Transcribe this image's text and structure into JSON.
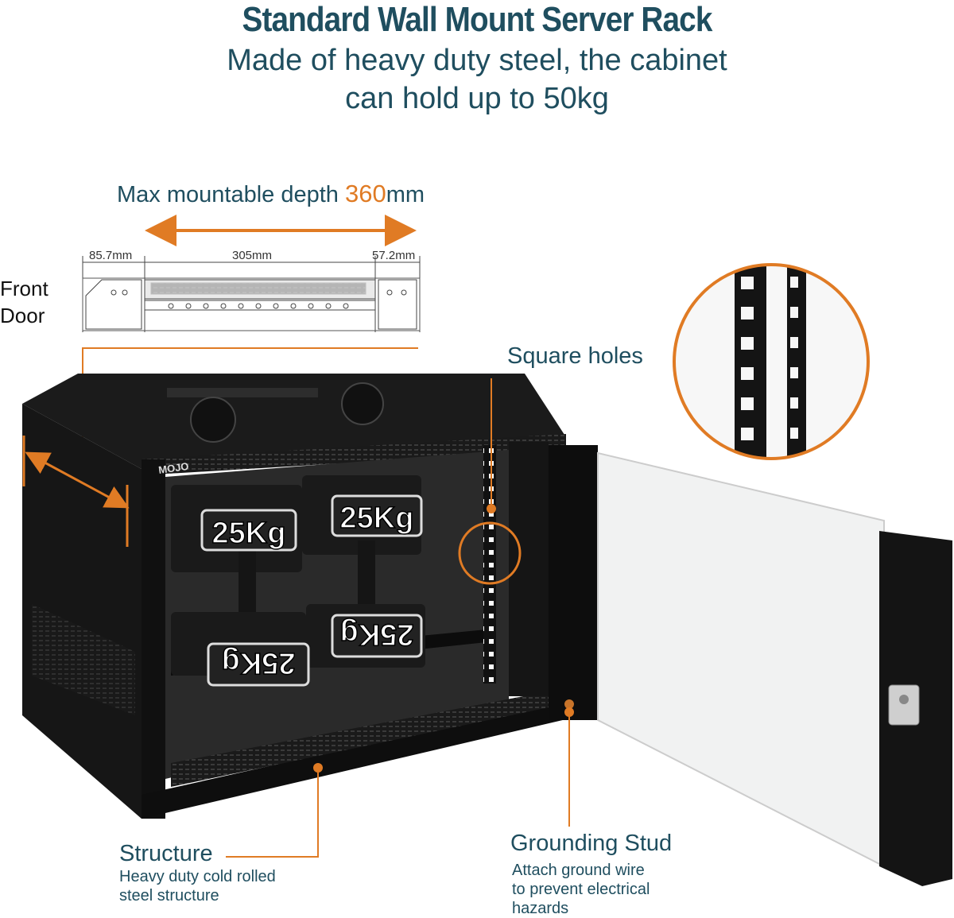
{
  "header": {
    "title": "Standard Wall Mount Server Rack",
    "subtitle_line1": "Made of heavy duty steel, the cabinet",
    "subtitle_line2": "can hold up to 50kg"
  },
  "depth": {
    "prefix": "Max mountable depth ",
    "value": "360",
    "unit": "mm"
  },
  "dimensions": {
    "left": "85.7mm",
    "middle": "305mm",
    "right": "57.2mm"
  },
  "front_door": {
    "line1": "Front",
    "line2": "Door"
  },
  "callouts": {
    "square_holes": "Square holes",
    "structure_title": "Structure",
    "structure_desc_line1": "Heavy duty cold rolled",
    "structure_desc_line2": "steel structure",
    "grounding_title": "Grounding Stud",
    "grounding_desc_line1": "Attach ground wire",
    "grounding_desc_line2": "to prevent electrical",
    "grounding_desc_line3": "hazards"
  },
  "weights": [
    "25Kg",
    "25Kg",
    "25Kg",
    "25Kg"
  ],
  "brand": "MOJO",
  "colors": {
    "accent": "#e07b24",
    "text": "#1f4e5f",
    "rack": "#141414"
  }
}
